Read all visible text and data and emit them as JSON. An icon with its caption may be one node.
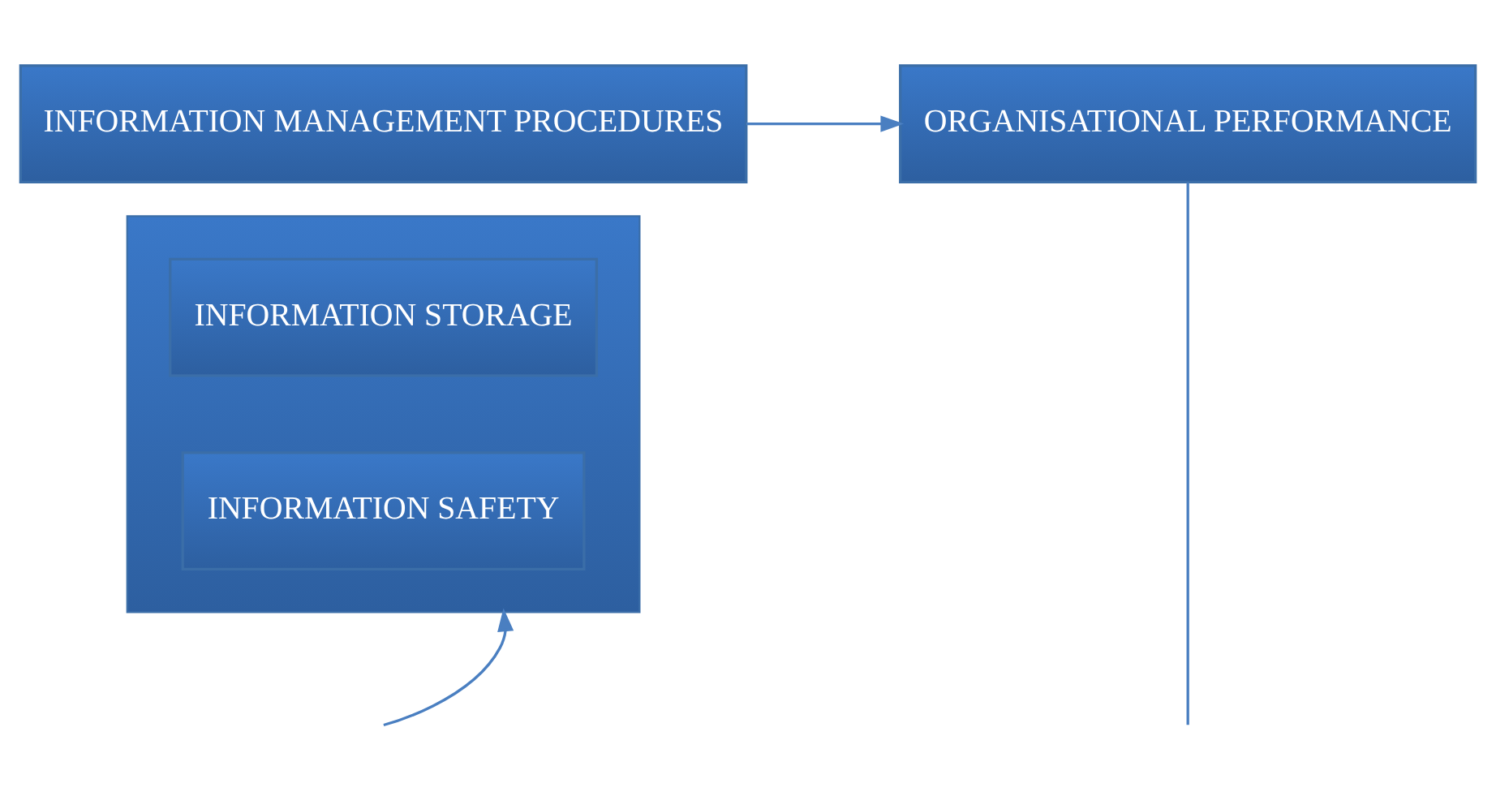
{
  "diagram": {
    "nodes": [
      {
        "text": [
          "INFORMATION MANAGEMENT PROCEDURES"
        ]
      },
      {
        "text": [
          "ORGANISATIONAL PERFORMANCE"
        ]
      },
      {
        "text": [],
        "shape": "box"
      },
      {
        "text": [
          "INFORMATION STORAGE"
        ],
        "in": 2
      },
      {
        "text": [
          "INFORMATION SAFETY"
        ],
        "in": 2
      }
    ],
    "edges": [
      {
        "from": 0,
        "to": 1,
        "arrow": "to"
      },
      {
        "from": 1,
        "to": null,
        "arrow": "none"
      },
      {
        "from": null,
        "to": 2,
        "arrow": "to"
      }
    ]
  }
}
